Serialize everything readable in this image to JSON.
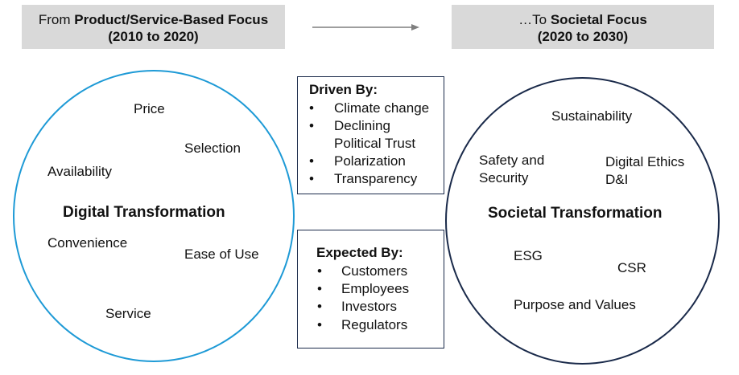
{
  "header": {
    "left_banner": {
      "prefix": "From ",
      "title": "Product/Service-Based Focus",
      "period": "(2010 to 2020)"
    },
    "right_banner": {
      "prefix": "…To ",
      "title": "Societal Focus",
      "period": "(2020 to 2030)"
    }
  },
  "left_circle": {
    "title": "Digital Transformation",
    "terms": [
      "Price",
      "Selection",
      "Availability",
      "Convenience",
      "Ease of Use",
      "Service"
    ]
  },
  "right_circle": {
    "title": "Societal Transformation",
    "terms": [
      "Sustainability",
      "Safety and Security",
      "Digital Ethics D&I",
      "ESG",
      "CSR",
      "Purpose and Values"
    ]
  },
  "driven_by": {
    "title": "Driven By:",
    "items": [
      "Climate change",
      "Declining Political Trust",
      "Polarization",
      "Transparency"
    ]
  },
  "expected_by": {
    "title": "Expected By:",
    "items": [
      "Customers",
      "Employees",
      "Investors",
      "Regulators"
    ]
  },
  "colors": {
    "banner_fill": "#d9d9d9",
    "left_circle_stroke": "#1e9ad6",
    "right_circle_stroke": "#1a2a4a",
    "arrow": "#7f7f7f"
  }
}
